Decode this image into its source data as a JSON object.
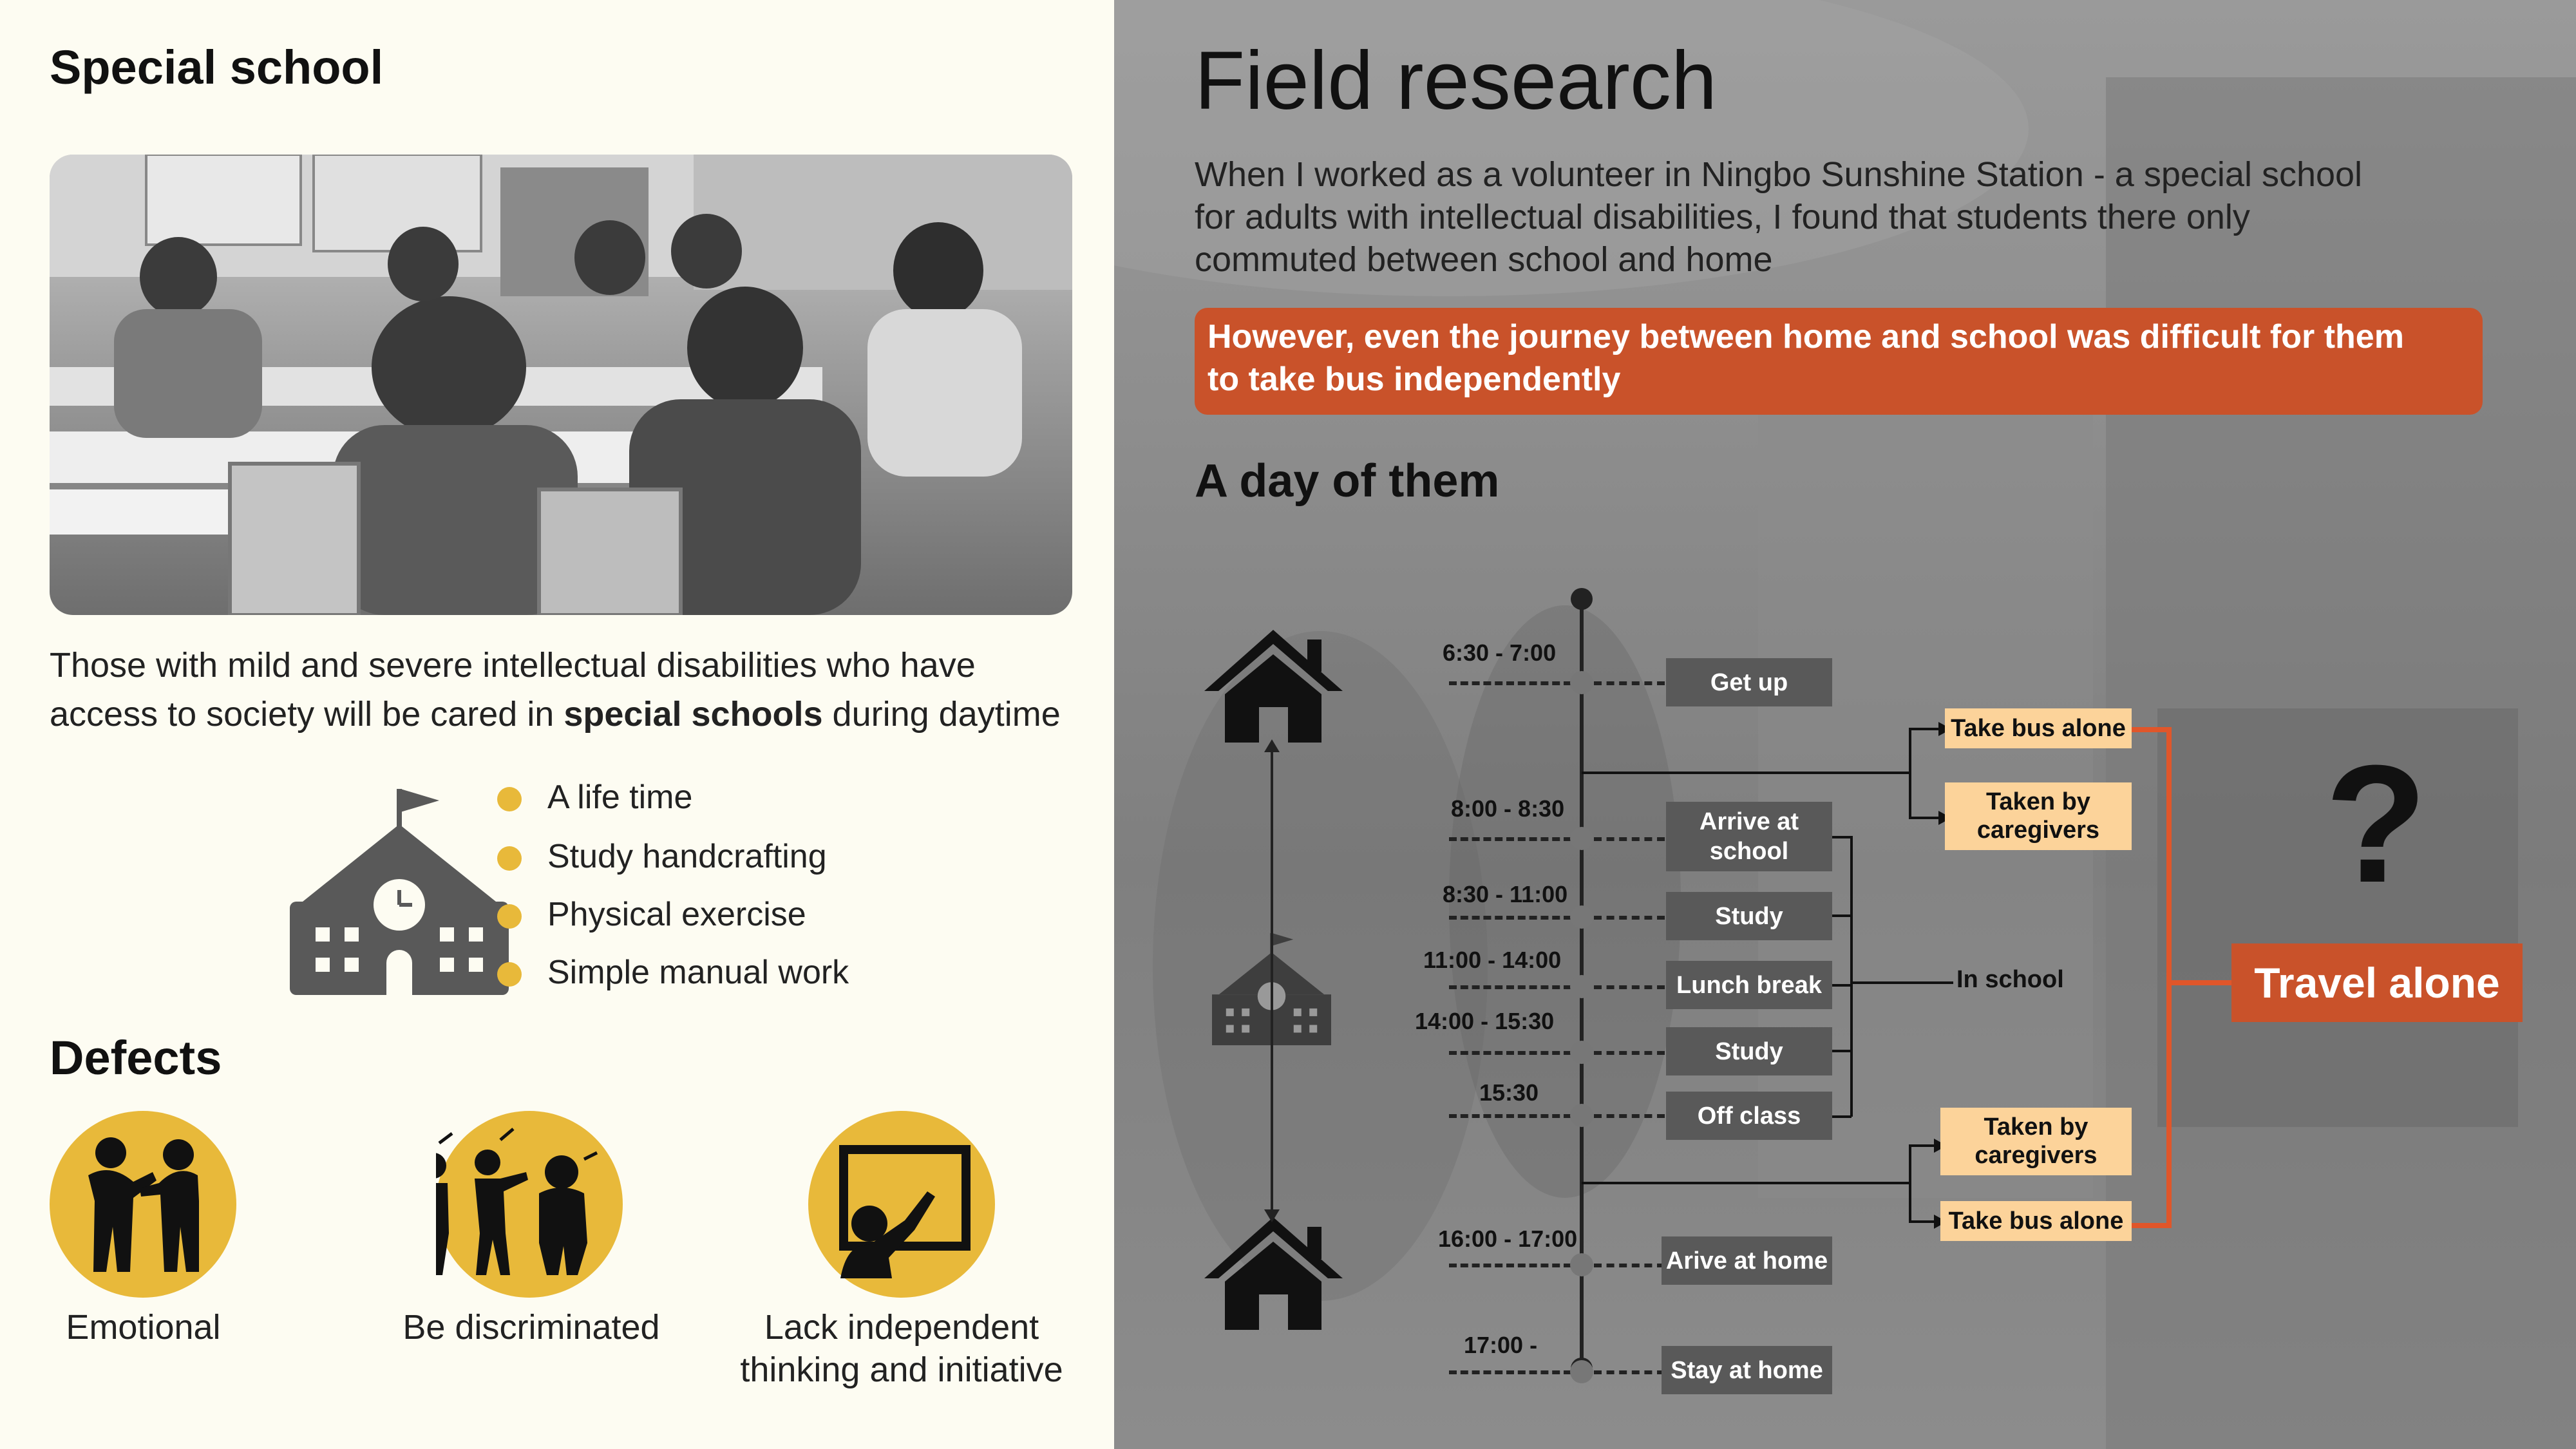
{
  "left": {
    "heading": "Special school",
    "description_1": "Those with mild and severe intellectual disabilities who have",
    "description_2_pre": "access to society will be cared in ",
    "description_2_bold": "special schools",
    "description_2_post": " during daytime",
    "bullets": [
      "A life time",
      "Study handcrafting",
      "Physical exercise",
      "Simple manual work"
    ],
    "defects_heading": "Defects",
    "defects": [
      {
        "label": "Emotional",
        "icon": "arguing-people-icon"
      },
      {
        "label": "Be discriminated",
        "icon": "bullying-icon"
      },
      {
        "label_1": "Lack independent",
        "label_2": "thinking and initiative",
        "icon": "presentation-board-icon"
      }
    ],
    "colors": {
      "accent": "#e8b93a",
      "icon": "#595959"
    }
  },
  "right": {
    "title": "Field research",
    "intro_1": "When I worked as a volunteer in Ningbo Sunshine Station - a special school",
    "intro_2": "for adults with intellectual disabilities, I found that students there only",
    "intro_3": "commuted between school and home",
    "banner_1": "However, even the journey between home and school was difficult for them",
    "banner_2": "to take bus independently",
    "day_heading": "A day of them",
    "colors": {
      "banner": "#c9522a",
      "option_box": "#fcd39a",
      "activity_box": "#595959",
      "connector": "#e0562a"
    }
  },
  "timeline": [
    {
      "time": "6:30 - 7:00",
      "activity": "Get up"
    },
    {
      "time": "8:00 - 8:30",
      "activity_1": "Arrive at",
      "activity_2": "school"
    },
    {
      "time": "8:30 - 11:00",
      "activity": "Study"
    },
    {
      "time": "11:00 - 14:00",
      "activity": "Lunch break"
    },
    {
      "time": "14:00 - 15:30",
      "activity": "Study"
    },
    {
      "time": "15:30",
      "activity": "Off class"
    },
    {
      "time": "16:00 - 17:00",
      "activity": "Arive at home"
    },
    {
      "time": "17:00 -",
      "activity": "Stay at home"
    }
  ],
  "options": {
    "morning_1": "Take bus alone",
    "morning_2a": "Taken by",
    "morning_2b": "caregivers",
    "evening_1a": "Taken by",
    "evening_1b": "caregivers",
    "evening_2": "Take bus alone"
  },
  "in_school_label": "In school",
  "question_mark": "?",
  "travel_alone": "Travel alone"
}
